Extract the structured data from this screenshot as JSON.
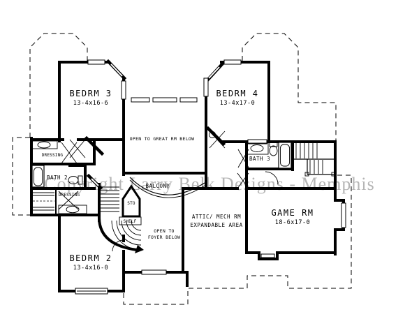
{
  "plan": {
    "watermark": "Copyright Larry Belk Designs - Memphis",
    "rooms": {
      "bedrm3": {
        "name": "BEDRM 3",
        "dims": "13-4x16-6"
      },
      "bedrm4": {
        "name": "BEDRM 4",
        "dims": "13-4x17-0"
      },
      "bedrm2": {
        "name": "BEDRM 2",
        "dims": "13-4x16-0"
      },
      "game": {
        "name": "GAME RM",
        "dims": "18-6x17-0"
      },
      "bath2": {
        "name": "BATH 2"
      },
      "bath3": {
        "name": "BATH 3"
      },
      "dressing_upper": {
        "name": "DRESSING"
      },
      "dressing_lower": {
        "name": "DRESSING"
      },
      "sto": {
        "name": "STO"
      },
      "shelf": {
        "name": "SHELF"
      }
    },
    "annotations": {
      "open_great": "OPEN TO GREAT RM BELOW",
      "balcony": "BALCONY",
      "open_foyer_line1": "OPEN TO",
      "open_foyer_line2": "FOYER BELOW",
      "attic_line1": "ATTIC/ MECH RM",
      "attic_line2": "EXPANDABLE AREA"
    },
    "colors": {
      "wall": "#000000",
      "watermark": "#b5b5b5",
      "background": "#ffffff"
    }
  }
}
